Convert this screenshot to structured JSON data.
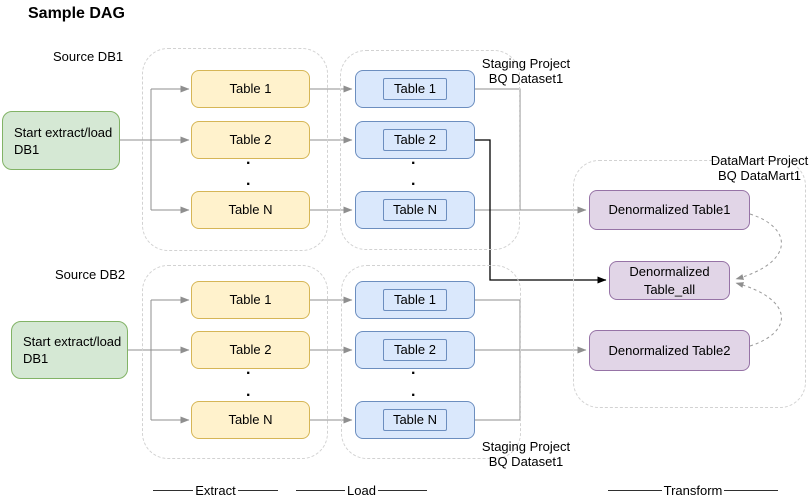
{
  "title": "Sample DAG",
  "dot": ".",
  "p1": {
    "source_label": "Source DB1",
    "start_box": "Start extract/load\nDB1",
    "staging_label": "Staging Project\nBQ Dataset1",
    "extract_tables": [
      "Table 1",
      "Table 2",
      "Table N"
    ],
    "load_tables": [
      "Table 1",
      "Table 2",
      "Table N"
    ]
  },
  "p2": {
    "source_label": "Source DB2",
    "start_box": "Start extract/load\nDB1",
    "staging_label": "Staging Project\nBQ Dataset1",
    "extract_tables": [
      "Table 1",
      "Table 2",
      "Table N"
    ],
    "load_tables": [
      "Table 1",
      "Table 2",
      "Table N"
    ]
  },
  "datamart": {
    "label": "DataMart Project\nBQ DataMart1",
    "table1": "Denormalized Table1",
    "table_all": "Denormalized\nTable_all",
    "table2": "Denormalized Table2"
  },
  "legend": {
    "extract": "Extract",
    "load": "Load",
    "transform": "Transform"
  },
  "colors": {
    "start_fill": "#d5e8d4",
    "start_border": "#82b366",
    "extract_fill": "#fff2cc",
    "extract_border": "#d6b656",
    "load_fill": "#dae8fc",
    "load_border": "#6c8ebf",
    "datamart_fill": "#e1d5e7",
    "datamart_border": "#9673a6",
    "edge_gray": "#8f8f8f",
    "edge_black": "#000000",
    "container_dash": "#d2d2d2"
  }
}
